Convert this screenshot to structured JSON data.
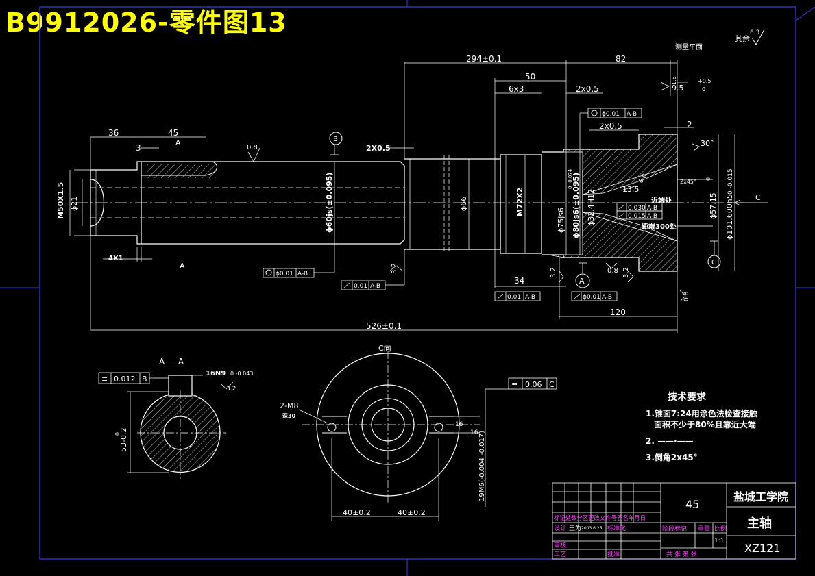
{
  "title": "B9912026-零件图13",
  "roughness_note": "其余",
  "roughness_default": "6.3",
  "dims": {
    "d294": "294±0.1",
    "d82": "82",
    "measure_plane": "测量平面",
    "d9_5": "9.5",
    "d9_5_up": "+0.5",
    "d9_5_low": "0",
    "d1_6a": "1.6",
    "d50": "50",
    "d6x3": "6x3",
    "d2x0_5a": "2x0.5",
    "d2x0_5b": "2x0.5",
    "d2": "2",
    "d30deg": "30°",
    "d36": "36",
    "d45": "45",
    "d3": "3",
    "secA_top": "A",
    "secA_bottom": "A",
    "r08a": "0.8",
    "datumB": "B",
    "d2x0_5c": "2X0.5",
    "m50": "M50X1.5",
    "phi21": "ϕ21",
    "phi60": "ϕ60js(±0.095)",
    "phi66": "ϕ66",
    "m72": "M72X2",
    "phi75": "ϕ75js6",
    "phi75_tol": "0 -0.074",
    "phi80": "ϕ80js6(±0.095)",
    "phi32": "ϕ32.4H12",
    "r08b": "0.8",
    "r13_5": "13.5",
    "near_big": "近端处",
    "dist300": "距端300处",
    "tol030": "0.030",
    "tol015": "0.015",
    "ref_ab": "A-B",
    "chamfer2x45": "2x45°",
    "phi57": "ϕ57.15",
    "phi57_tol": "0",
    "phi101": "ϕ101.600h5",
    "phi101_tol": "0 -0.015",
    "arrowC": "C",
    "datumC": "C",
    "d4x1": "4X1",
    "d32a": "3.2",
    "d34": "34",
    "d32b": "3.2",
    "datumA": "A",
    "r08c": "0.8",
    "d32c": "3.2",
    "r08d": "0.8",
    "d120": "120",
    "d526": "526±0.1",
    "fcf_conc1_val": "ϕ0.01",
    "fcf_conc1_ref": "A-B",
    "fcf_conc2_val": "ϕ0.01",
    "fcf_conc2_ref": "A-B",
    "fcf_run1_val": "0.01",
    "fcf_run1_ref": "A-B",
    "fcf_run2_val": "0.01",
    "fcf_run2_ref": "A-B",
    "fcf_run3_val": "ϕ0.01",
    "fcf_run3_ref": "A-B"
  },
  "section": {
    "label": "A — A",
    "keyway": "16N9",
    "keyway_tol": "0 -0.043",
    "d32": "3.2",
    "fcf_sym_val": "0.012",
    "fcf_sym_ref": "B",
    "depth": "53-0.2",
    "depth_tol": "0"
  },
  "viewC": {
    "label": "C向",
    "holes": "2-M8",
    "holes_sub": "深30",
    "d16a": "16",
    "d16b": "16",
    "fcf_sym_val": "0.06",
    "fcf_sym_ref": "C",
    "d40a": "40±0.2",
    "d40b": "40±0.2",
    "d19": "19M6(-0.004 -0.017)"
  },
  "tech": {
    "heading": "技术要求",
    "line1": "1.锥面7:24用涂色法检查接触",
    "line2": "面积不少于80%且靠近大端",
    "line3": "2. ——·——",
    "line4": "3.倒角2x45°"
  },
  "titleblock": {
    "material": "45",
    "school": "盐城工学院",
    "part_name": "主轴",
    "drawing_no": "XZ121",
    "row_header": "标记处数分区更改文件号签名年月日",
    "design": "设计",
    "designer": "王为",
    "date": "2003.6.25",
    "standard": "标准化",
    "stage": "阶段标记",
    "weight": "重量",
    "scale": "比例",
    "scale_val": "1:1",
    "review": "审核",
    "process": "工艺",
    "approve": "批准",
    "sheets": "共 张 第 张"
  }
}
